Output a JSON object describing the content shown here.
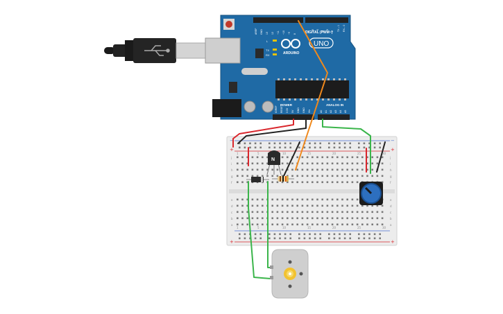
{
  "board": {
    "name": "UNO",
    "brand": "ARDUINO",
    "digital_label": "DIGITAL (PWM~)",
    "power_label": "POWER",
    "analog_label": "ANALOG IN",
    "led_labels": [
      "L",
      "TX",
      "RX"
    ],
    "digital_pins": [
      "AREF",
      "GND",
      "13",
      "12",
      "~11",
      "~10",
      "~9",
      "8",
      "7",
      "~6",
      "~5",
      "4",
      "~3",
      "2",
      "TX→1",
      "RX←0"
    ],
    "power_pins": [
      "IOREF",
      "RESET",
      "3.3V",
      "5V",
      "GND",
      "GND",
      "Vin"
    ],
    "analog_pins": [
      "A0",
      "A1",
      "A2",
      "A3",
      "A4",
      "A5"
    ]
  },
  "transistor": {
    "label": "N"
  },
  "breadboard": {
    "plus_sign": "+",
    "minus_sign": "−",
    "row_letters_top": [
      "j",
      "i",
      "h",
      "g",
      "f"
    ],
    "row_letters_bottom": [
      "e",
      "d",
      "c",
      "b",
      "a"
    ],
    "column_numbers": [
      "1",
      "5",
      "10",
      "15",
      "20",
      "25",
      "30"
    ]
  },
  "colors": {
    "board_blue": "#1f6aa5",
    "wire_red": "#d9262c",
    "wire_black": "#222222",
    "wire_green": "#3ab54a",
    "wire_orange": "#f0891c",
    "pot_knob": "#2d6fbf",
    "motor_shaft": "#f2c230"
  }
}
